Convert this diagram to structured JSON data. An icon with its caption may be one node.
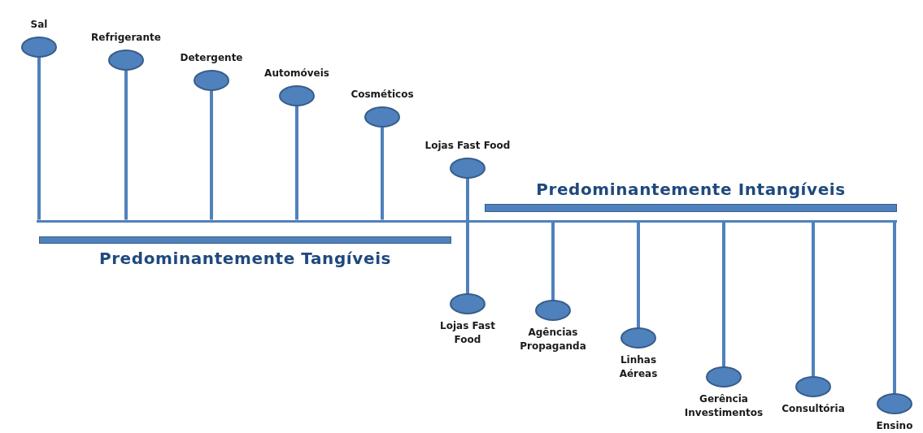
{
  "diagram": {
    "nodes": [
      {
        "text": [
          "Sal"
        ]
      },
      {
        "text": [
          "Refrigerante"
        ]
      },
      {
        "text": [
          "Detergente"
        ]
      },
      {
        "text": [
          "Automóveis"
        ]
      },
      {
        "text": [
          "Cosméticos"
        ]
      },
      {
        "text": [
          "Lojas Fast Food"
        ]
      },
      {
        "text": [
          "Predominantemente Intangíveis"
        ]
      },
      {
        "text": [
          "Predominantemente Tangíveis"
        ]
      },
      {
        "text": [
          "Lojas Fast Food"
        ]
      },
      {
        "text": [
          "Agências Propaganda"
        ]
      },
      {
        "text": [
          "Linhas Aéreas"
        ]
      },
      {
        "text": [
          "Gerência Investimentos"
        ]
      },
      {
        "text": [
          "Consultória"
        ]
      },
      {
        "text": [
          "Ensino"
        ]
      },
      {
        "text": [],
        "shape": "bar"
      }
    ],
    "edges": [
      {
        "from": 5,
        "to": 8,
        "arrow": "none"
      },
      {
        "from": 0,
        "to": 14,
        "arrow": "none"
      },
      {
        "from": 1,
        "to": 14,
        "arrow": "none"
      },
      {
        "from": 2,
        "to": 14,
        "arrow": "none"
      },
      {
        "from": 3,
        "to": 14,
        "arrow": "none"
      },
      {
        "from": 4,
        "to": 14,
        "arrow": "none"
      },
      {
        "from": 14,
        "to": 9,
        "arrow": "none"
      },
      {
        "from": 14,
        "to": 10,
        "arrow": "none"
      },
      {
        "from": 14,
        "to": 11,
        "arrow": "none"
      },
      {
        "from": 14,
        "to": 12,
        "arrow": "none"
      },
      {
        "from": 14,
        "to": 13,
        "arrow": "none"
      }
    ]
  }
}
